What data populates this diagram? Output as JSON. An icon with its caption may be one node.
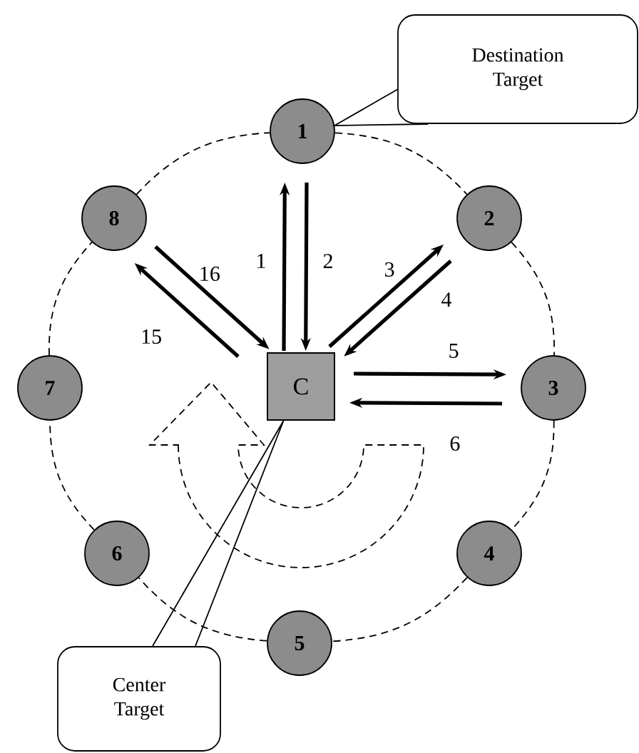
{
  "diagram": {
    "nodes": [
      {
        "text": [
          "1"
        ]
      },
      {
        "text": [
          "2"
        ]
      },
      {
        "text": [
          "3"
        ]
      },
      {
        "text": [
          "4"
        ]
      },
      {
        "text": [
          "5"
        ]
      },
      {
        "text": [
          "6"
        ]
      },
      {
        "text": [
          "7"
        ]
      },
      {
        "text": [
          "8"
        ]
      },
      {
        "text": [
          "C"
        ]
      },
      {
        "text": [
          "Destination Target"
        ]
      },
      {
        "text": [
          "Center Target"
        ]
      }
    ],
    "edges": [
      {
        "from": 8,
        "to": 0,
        "arrow": "to",
        "label": "1",
        "style": "thick"
      },
      {
        "from": 0,
        "to": 8,
        "arrow": "to",
        "label": "2",
        "style": "thick"
      },
      {
        "from": 8,
        "to": 1,
        "arrow": "to",
        "label": "3",
        "style": "thick"
      },
      {
        "from": 1,
        "to": 8,
        "arrow": "to",
        "label": "4",
        "style": "thick"
      },
      {
        "from": 8,
        "to": 2,
        "arrow": "to",
        "label": "5",
        "style": "thick"
      },
      {
        "from": 2,
        "to": 8,
        "arrow": "to",
        "label": "6",
        "style": "thick"
      },
      {
        "from": 8,
        "to": 7,
        "arrow": "to",
        "label": "15",
        "style": "thick"
      },
      {
        "from": 7,
        "to": 8,
        "arrow": "to",
        "label": "16",
        "style": "thick"
      },
      {
        "from": 0,
        "to": 1,
        "arrow": "none",
        "style": "dashed"
      },
      {
        "from": 1,
        "to": 2,
        "arrow": "none",
        "style": "dashed"
      },
      {
        "from": 2,
        "to": 3,
        "arrow": "none",
        "style": "dashed"
      },
      {
        "from": 3,
        "to": 4,
        "arrow": "none",
        "style": "dashed"
      },
      {
        "from": 4,
        "to": 5,
        "arrow": "none",
        "style": "dashed"
      },
      {
        "from": 5,
        "to": 6,
        "arrow": "none",
        "style": "dashed"
      },
      {
        "from": 6,
        "to": 7,
        "arrow": "none",
        "style": "dashed"
      },
      {
        "from": 7,
        "to": 0,
        "arrow": "none",
        "style": "dashed"
      },
      {
        "from": 9,
        "to": 0,
        "arrow": "none"
      },
      {
        "from": 10,
        "to": 8,
        "arrow": "none"
      }
    ]
  }
}
